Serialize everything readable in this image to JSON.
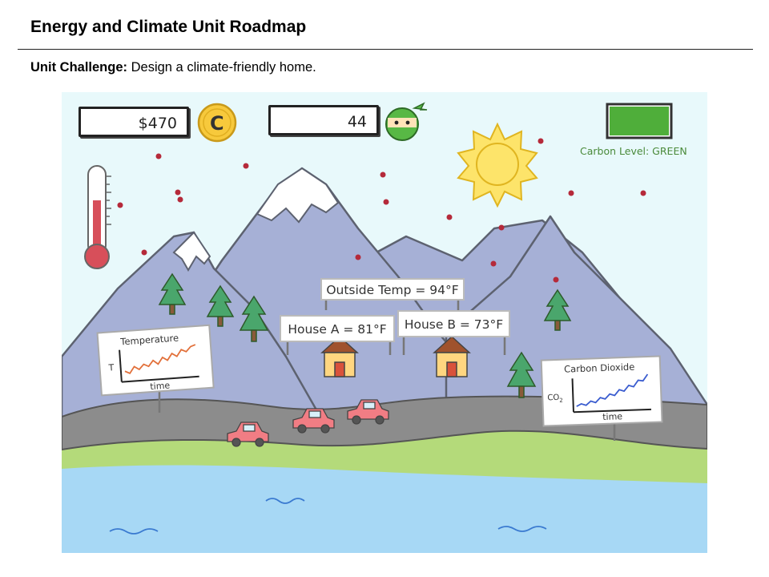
{
  "header": {
    "title": "Energy and Climate Unit Roadmap",
    "challenge_label": "Unit Challenge:",
    "challenge_text": "Design a climate-friendly home."
  },
  "hud": {
    "money": "$470",
    "coin_letter": "C",
    "score": "44",
    "carbon_label": "Carbon Level: GREEN",
    "carbon_meter_level": 1.0
  },
  "signs": {
    "outside_temp": "Outside Temp = 94°F",
    "house_a": "House A = 81°F",
    "house_b": "House B = 73°F"
  },
  "charts": {
    "temperature": {
      "title": "Temperature",
      "ylabel": "T",
      "xlabel": "time"
    },
    "co2": {
      "title": "Carbon Dioxide",
      "ylabel": "CO",
      "ylabel_sub": "2",
      "xlabel": "time"
    }
  },
  "colors": {
    "sky": "#e8f9fb",
    "mountain": "#a6b0d6",
    "snow": "#ffffff",
    "road": "#8c8c8c",
    "grass": "#b4da7a",
    "water": "#a7d8f5",
    "sun": "#fde46a",
    "carbon_green": "#4fae3a",
    "temp_line": "#e2703a",
    "co2_line": "#3a5ccf",
    "car": "#f17d84"
  },
  "icons": [
    "coin-icon",
    "ninja-avatar-icon",
    "thermometer-icon",
    "sun-icon",
    "house-icon",
    "car-icon",
    "tree-icon"
  ]
}
